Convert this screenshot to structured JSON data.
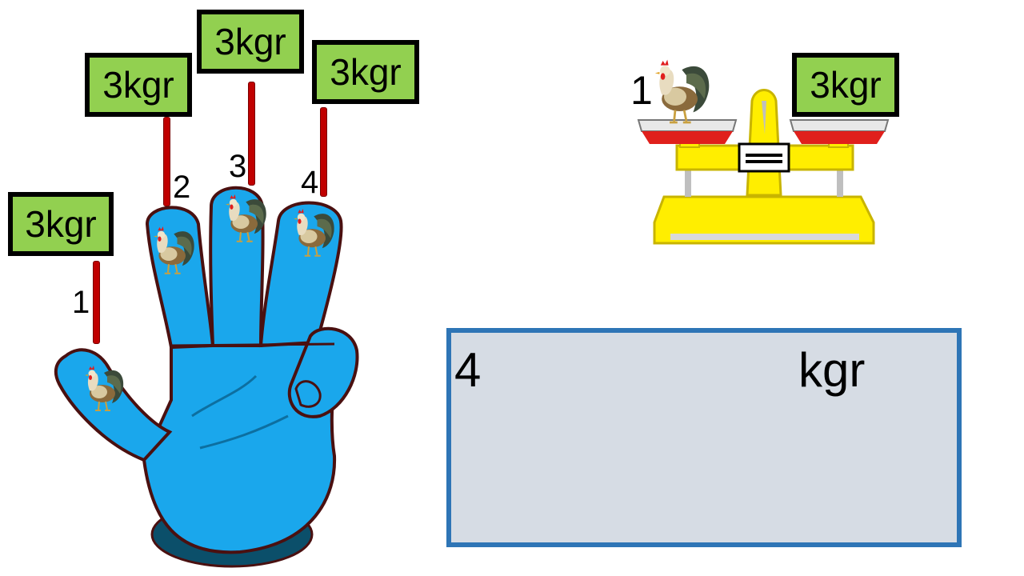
{
  "finger_labels": {
    "f1": {
      "number": "1",
      "weight": "3kgr"
    },
    "f2": {
      "number": "2",
      "weight": "3kgr"
    },
    "f3": {
      "number": "3",
      "weight": "3kgr"
    },
    "f4": {
      "number": "4",
      "weight": "3kgr"
    }
  },
  "scale": {
    "count": "1",
    "weight": "3kgr"
  },
  "question": {
    "count": "4",
    "unit": "kgr"
  },
  "colors": {
    "hand": "#1aa7ec",
    "hand_outline": "#4a1010",
    "tag_green": "#92d050",
    "stick_red": "#c00000",
    "scale_yellow": "#ffee00",
    "pan_red": "#e0201c",
    "panel_bg": "#d6dce4",
    "panel_border": "#2e75b6",
    "question_mark": "#e02020"
  },
  "icons": [
    "rooster-icon",
    "hand-illustration",
    "balance-scale-icon",
    "question-mark-icon"
  ]
}
